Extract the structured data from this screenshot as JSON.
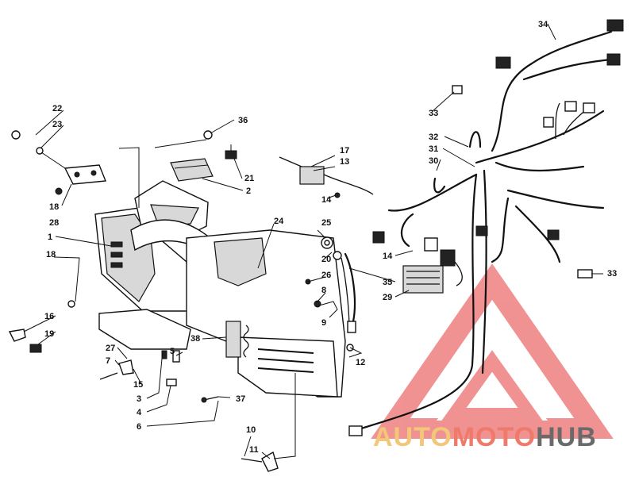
{
  "callouts": [
    {
      "id": "c1",
      "label": "1"
    },
    {
      "id": "c2",
      "label": "2"
    },
    {
      "id": "c3",
      "label": "3"
    },
    {
      "id": "c4",
      "label": "4"
    },
    {
      "id": "c5",
      "label": "5"
    },
    {
      "id": "c6",
      "label": "6"
    },
    {
      "id": "c7",
      "label": "7"
    },
    {
      "id": "c8",
      "label": "8"
    },
    {
      "id": "c9",
      "label": "9"
    },
    {
      "id": "c10",
      "label": "10"
    },
    {
      "id": "c11",
      "label": "11"
    },
    {
      "id": "c12",
      "label": "12"
    },
    {
      "id": "c13",
      "label": "13"
    },
    {
      "id": "c14a",
      "label": "14"
    },
    {
      "id": "c14b",
      "label": "14"
    },
    {
      "id": "c15",
      "label": "15"
    },
    {
      "id": "c16",
      "label": "16"
    },
    {
      "id": "c17",
      "label": "17"
    },
    {
      "id": "c18a",
      "label": "18"
    },
    {
      "id": "c18b",
      "label": "18"
    },
    {
      "id": "c19",
      "label": "19"
    },
    {
      "id": "c20",
      "label": "20"
    },
    {
      "id": "c21",
      "label": "21"
    },
    {
      "id": "c22",
      "label": "22"
    },
    {
      "id": "c23",
      "label": "23"
    },
    {
      "id": "c24",
      "label": "24"
    },
    {
      "id": "c25",
      "label": "25"
    },
    {
      "id": "c26",
      "label": "26"
    },
    {
      "id": "c27",
      "label": "27"
    },
    {
      "id": "c28",
      "label": "28"
    },
    {
      "id": "c29",
      "label": "29"
    },
    {
      "id": "c30",
      "label": "30"
    },
    {
      "id": "c31",
      "label": "31"
    },
    {
      "id": "c32",
      "label": "32"
    },
    {
      "id": "c33a",
      "label": "33"
    },
    {
      "id": "c33b",
      "label": "33"
    },
    {
      "id": "c34",
      "label": "34"
    },
    {
      "id": "c35",
      "label": "35"
    },
    {
      "id": "c36",
      "label": "36"
    },
    {
      "id": "c37",
      "label": "37"
    },
    {
      "id": "c38",
      "label": "38"
    }
  ],
  "watermark": {
    "part1": "AUTO",
    "part2": "MOTO",
    "part3": "HUB",
    "colors": {
      "part1": "#f2c77a",
      "part2": "#f07a6a",
      "part3": "#6a6a6a",
      "triangle": "#ee8080"
    }
  }
}
